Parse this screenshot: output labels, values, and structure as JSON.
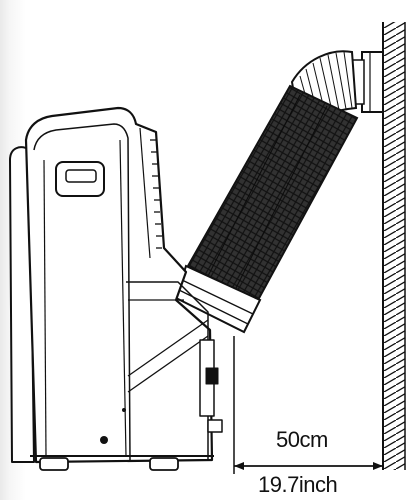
{
  "dimension": {
    "metric": "50cm",
    "imperial": "19.7inch"
  },
  "colors": {
    "line": "#111111",
    "hose_fill": "#2a2a2a",
    "background": "#ffffff"
  },
  "icons": [
    "portable-air-conditioner",
    "exhaust-hose",
    "wall-vent",
    "dimension-arrow"
  ]
}
